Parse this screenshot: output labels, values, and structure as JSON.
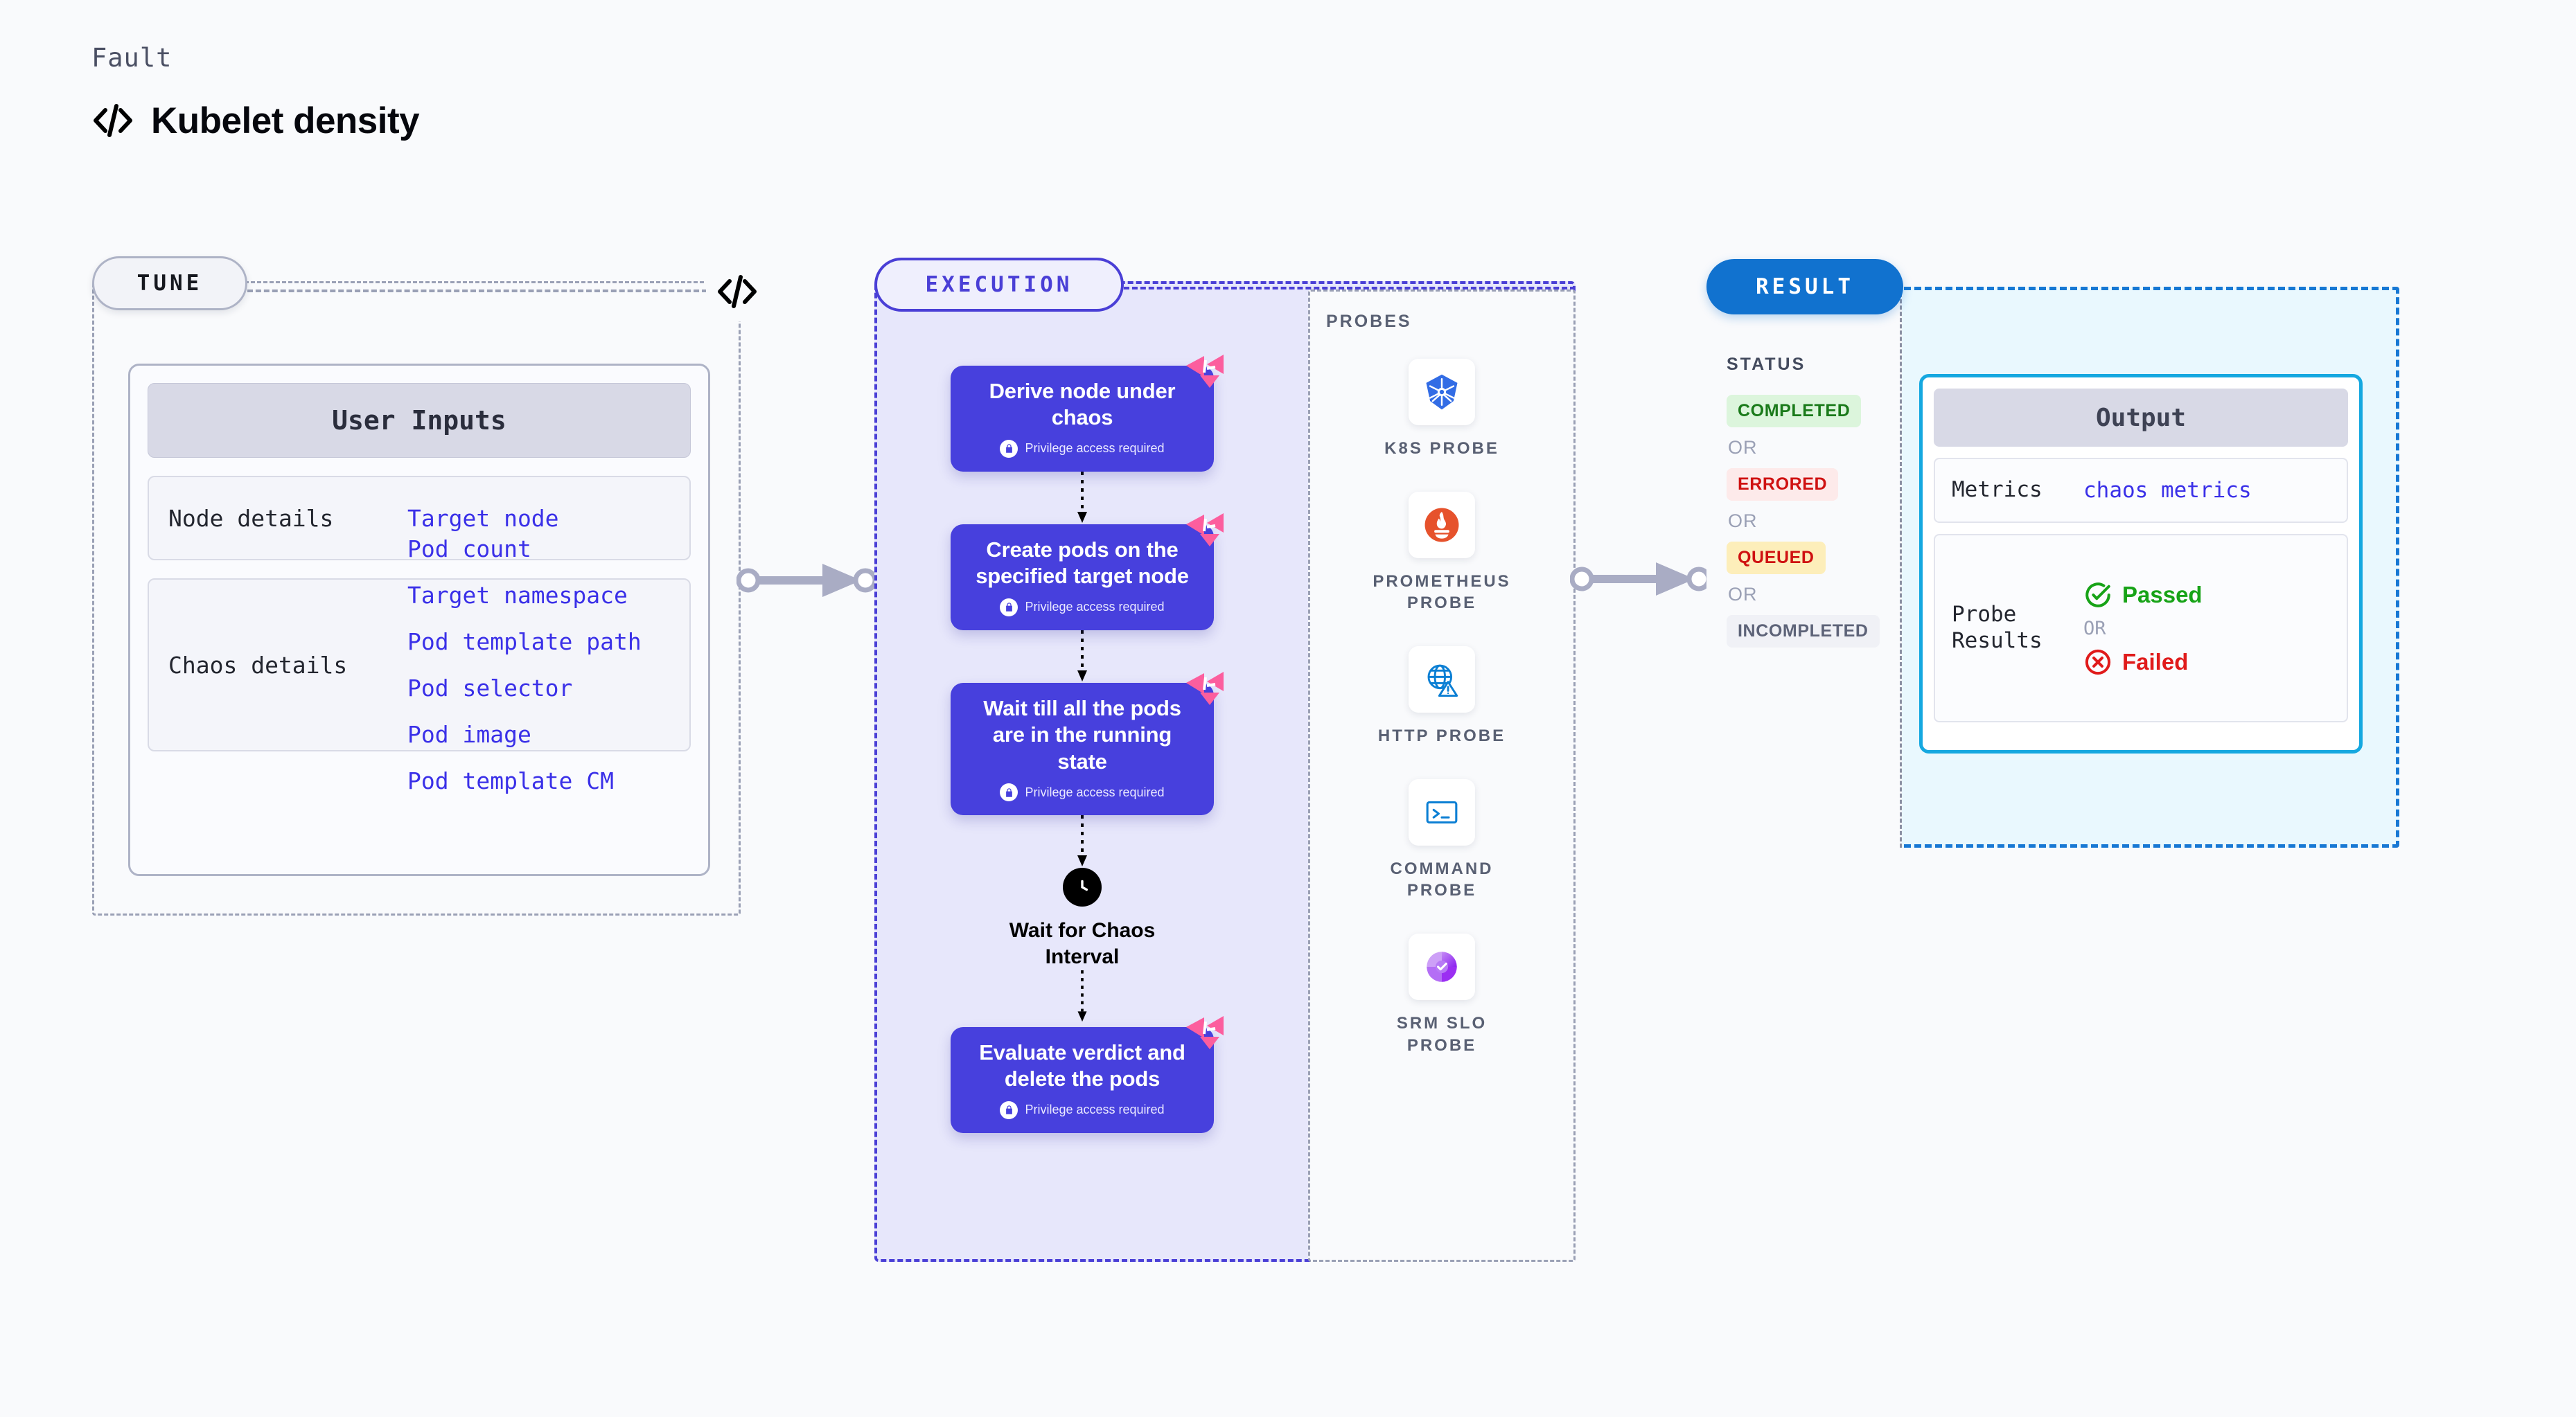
{
  "header": {
    "eyebrow": "Fault",
    "title": "Kubelet density",
    "icon": "code-icon"
  },
  "tune": {
    "pill_label": "TUNE",
    "divider_icon": "code-icon",
    "card": {
      "header": "User Inputs",
      "groups": [
        {
          "label": "Node details",
          "values": [
            "Target node"
          ]
        },
        {
          "label": "Chaos details",
          "values": [
            "Pod count",
            "Target namespace",
            "Pod template path",
            "Pod selector",
            "Pod image",
            "Pod template CM"
          ]
        }
      ]
    }
  },
  "execution": {
    "pill_label": "EXECUTION",
    "privilege_note": "Privilege access required",
    "nodes": [
      {
        "title": "Derive node under chaos",
        "privileged": true,
        "badge": "chaos-badge-icon"
      },
      {
        "title": "Create pods on the specified target node",
        "privileged": true,
        "badge": "chaos-badge-icon"
      },
      {
        "title": "Wait till all the pods are in the running state",
        "privileged": true,
        "badge": "chaos-badge-icon"
      }
    ],
    "wait_step": {
      "label": "Wait for Chaos Interval",
      "icon": "clock-icon"
    },
    "final_node": {
      "title": "Evaluate verdict and delete the pods",
      "privileged": true,
      "badge": "chaos-badge-icon"
    }
  },
  "probes": {
    "title": "PROBES",
    "items": [
      {
        "label": "K8S PROBE",
        "icon": "kubernetes-icon"
      },
      {
        "label": "PROMETHEUS PROBE",
        "icon": "prometheus-icon"
      },
      {
        "label": "HTTP PROBE",
        "icon": "globe-warning-icon"
      },
      {
        "label": "COMMAND PROBE",
        "icon": "terminal-icon"
      },
      {
        "label": "SRM SLO PROBE",
        "icon": "srm-slo-icon"
      }
    ]
  },
  "result": {
    "pill_label": "RESULT",
    "status_title": "STATUS",
    "or_label": "OR",
    "statuses": [
      {
        "label": "COMPLETED",
        "color": "#1a7a1a",
        "bg": "#dcf5dc"
      },
      {
        "label": "ERRORED",
        "color": "#cf1111",
        "bg": "#fdeaea"
      },
      {
        "label": "QUEUED",
        "color": "#cf1111",
        "bg": "#fdeeba"
      },
      {
        "label": "INCOMPLETED",
        "color": "#5d6378",
        "bg": "#f0f1f6"
      }
    ],
    "output": {
      "header": "Output",
      "metrics_label": "Metrics",
      "metrics_value": "chaos metrics",
      "probe_label": "Probe Results",
      "passed": {
        "label": "Passed",
        "icon": "check-circle-icon",
        "color": "#17a317"
      },
      "or_label": "OR",
      "failed": {
        "label": "Failed",
        "icon": "x-circle-icon",
        "color": "#e01b1b"
      }
    }
  },
  "colors": {
    "node_blue": "#4740dd",
    "exec_border": "#4a3fd6",
    "exec_bg": "#e7e7fb",
    "result_border": "#1778d4",
    "result_bg": "#e9f8fe",
    "output_border": "#15a8e0",
    "accent_text": "#3a30e8",
    "chaos_pink": "#fc5e9e"
  }
}
